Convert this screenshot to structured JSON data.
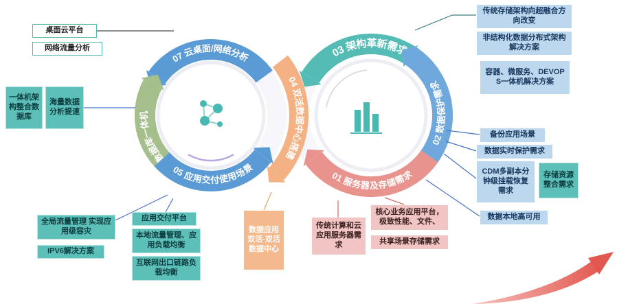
{
  "colors": {
    "teal_box": "#5cc0b9",
    "light_blue_box": "#bdd7ee",
    "pink_box": "#f1c5c3",
    "orange_box": "#f4b98c",
    "white_box_border": "#52b9b2",
    "arc_blue": "#5b9bd5",
    "arc_green": "#a4bf8b",
    "arc_orange": "#f4b183",
    "arc_teal": "#55bcb5",
    "arc_lightblue": "#6fa8dc",
    "arc_red": "#e8938d",
    "icon_teal": "#4ab8b2",
    "connector_blue": "#4472c4",
    "connector_dark": "#4a4a4a",
    "connector_teal": "#3c7a80",
    "connector_red": "#d86c66",
    "connector_orange": "#f0a060",
    "swoosh_red": "#e2574f",
    "swoosh_light": "#f6c0bb"
  },
  "arcs": {
    "a07": "07 云桌面/网络分析",
    "a06": "06 数据库一体机",
    "a05": "05 应用交付使用场景",
    "a04": "04 双活数据中心搭建",
    "a03": "03 架构革新需求",
    "a02": "02 数据保护需求",
    "a01": "01 服务器及存储需求"
  },
  "boxes": {
    "desktop_cloud": "桌面云平台",
    "network_traffic": "网络流量分析",
    "aio_db": "一体机架构整合数据库",
    "mass_data": "海量数据分析提速",
    "global_traffic": "全局流量管理 实现应用级容灾",
    "ipv6": "IPV6解决方案",
    "app_delivery": "应用交付平台",
    "local_traffic": "本地流量管理、应用负载均衡",
    "internet_link": "互联网出口链路负载均衡",
    "dual_active": "数据应用双活-双活数据中心",
    "traditional_compute": "传统计算和云应用服务器需求",
    "core_business": "核心业务应用平台，极致性能、文件、",
    "shared_storage": "共享场景存储需求",
    "hci": "传统存储架构向超融合方向改变",
    "unstructured": "非结构化数据分布式架构解决方案",
    "container": "容器、微服务、DEVOPS一体机解决方案",
    "backup": "备份应用场景",
    "realtime_protect": "数据实时保护需求",
    "cdm": "CDM多副本分钟级挂载恢复需求",
    "storage_consolidation": "存储资源整合需求",
    "local_ha": "数据本地高可用"
  }
}
